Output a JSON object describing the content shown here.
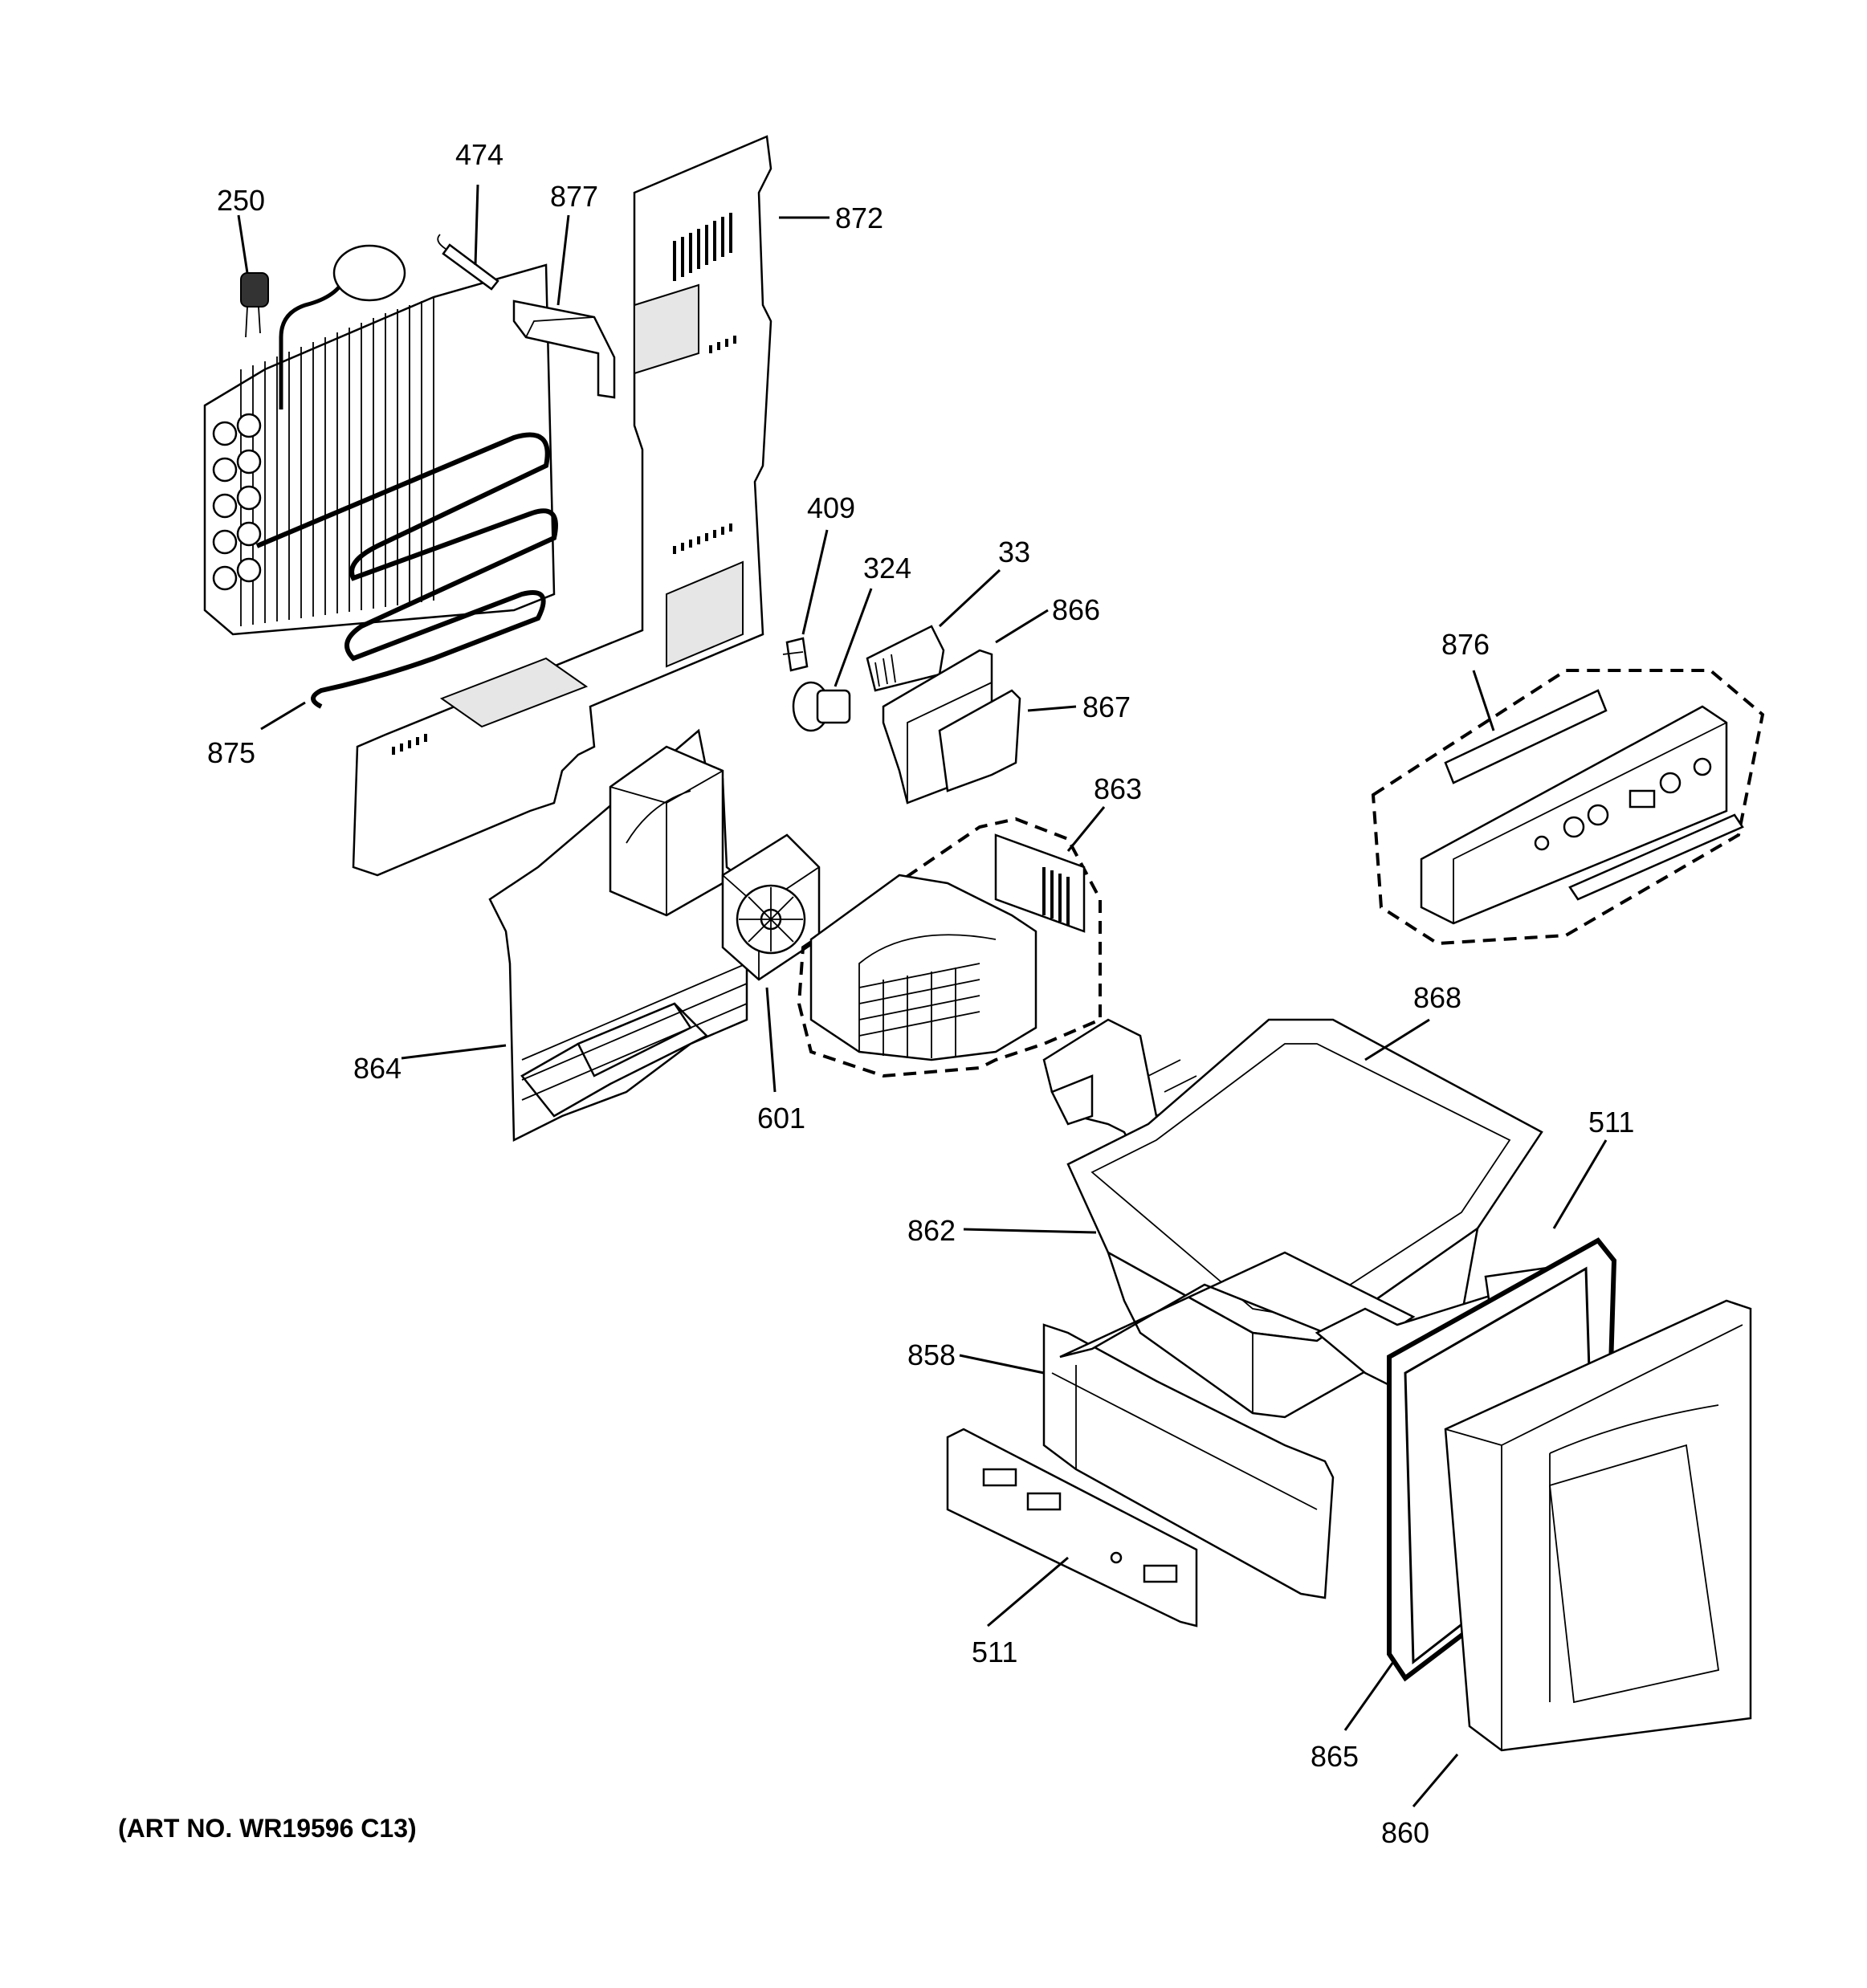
{
  "callouts": [
    {
      "id": "c250",
      "text": "250"
    },
    {
      "id": "c474",
      "text": "474"
    },
    {
      "id": "c877",
      "text": "877"
    },
    {
      "id": "c872",
      "text": "872"
    },
    {
      "id": "c875",
      "text": "875"
    },
    {
      "id": "c409",
      "text": "409"
    },
    {
      "id": "c324",
      "text": "324"
    },
    {
      "id": "c33",
      "text": "33"
    },
    {
      "id": "c866",
      "text": "866"
    },
    {
      "id": "c867",
      "text": "867"
    },
    {
      "id": "c876",
      "text": "876"
    },
    {
      "id": "c863",
      "text": "863"
    },
    {
      "id": "c864",
      "text": "864"
    },
    {
      "id": "c601",
      "text": "601"
    },
    {
      "id": "c868",
      "text": "868"
    },
    {
      "id": "c511a",
      "text": "511"
    },
    {
      "id": "c862",
      "text": "862"
    },
    {
      "id": "c858",
      "text": "858"
    },
    {
      "id": "c511b",
      "text": "511"
    },
    {
      "id": "c865",
      "text": "865"
    },
    {
      "id": "c860",
      "text": "860"
    }
  ],
  "caption": "(ART NO. WR19596 C13)"
}
